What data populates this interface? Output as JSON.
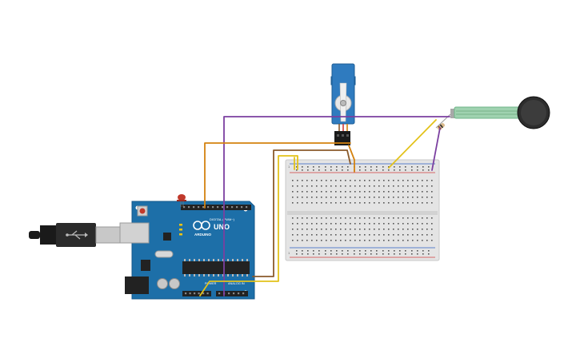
{
  "arduino": {
    "brand_text": "ARDUINO",
    "model_text": "UNO",
    "digital_label": "DIGITAL (PWM~)",
    "power_label": "POWER",
    "analog_label": "ANALOG IN",
    "board_color": "#1d6fa8"
  },
  "breadboard": {
    "row_top_left": "1",
    "row_bottom_left": "1"
  },
  "colors": {
    "wire_purple": "#7b3fa0",
    "wire_orange": "#d4820f",
    "wire_brown": "#8a5a2b",
    "wire_yellow": "#e3c21a",
    "servo_blue": "#2f7bbf",
    "led_red": "#c0392b"
  },
  "components": {
    "servo": "micro-servo",
    "sensor": "force-sensitive-resistor",
    "resistor": "resistor",
    "led": "red-led",
    "usb": "usb-cable"
  }
}
